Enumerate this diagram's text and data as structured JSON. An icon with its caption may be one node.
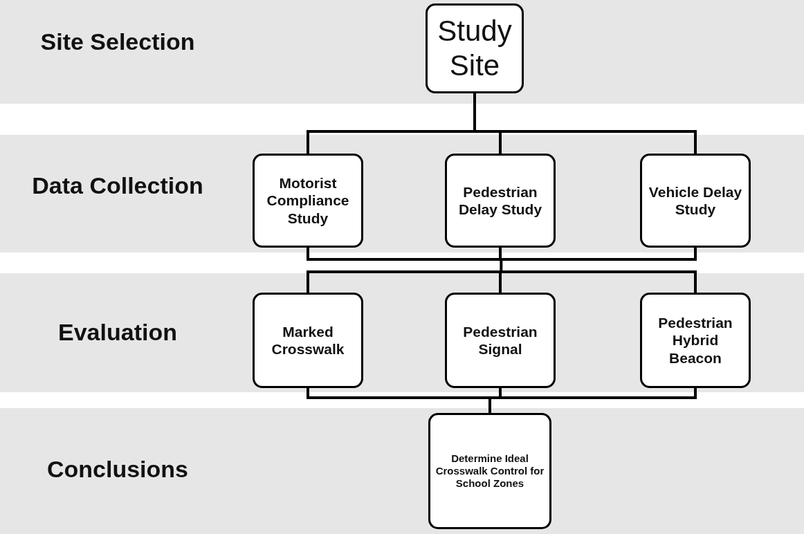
{
  "diagram": {
    "nodes": [
      {
        "text": [
          "Study Site"
        ]
      },
      {
        "text": [
          "Motorist Compliance Study"
        ]
      },
      {
        "text": [
          "Pedestrian Delay Study"
        ]
      },
      {
        "text": [
          "Vehicle Delay Study"
        ]
      },
      {
        "text": [
          "Marked Crosswalk"
        ]
      },
      {
        "text": [
          "Pedestrian Signal"
        ]
      },
      {
        "text": [
          "Pedestrian Hybrid Beacon"
        ]
      },
      {
        "text": [
          "Determine Ideal Crosswalk Control for School Zones"
        ]
      }
    ],
    "edges": [
      {
        "from": 0,
        "to": 1,
        "arrow": "none"
      },
      {
        "from": 0,
        "to": 2,
        "arrow": "none"
      },
      {
        "from": 0,
        "to": 3,
        "arrow": "none"
      },
      {
        "from": 1,
        "to": 4,
        "arrow": "none"
      },
      {
        "from": 1,
        "to": 5,
        "arrow": "none"
      },
      {
        "from": 1,
        "to": 6,
        "arrow": "none"
      },
      {
        "from": 2,
        "to": 4,
        "arrow": "none"
      },
      {
        "from": 2,
        "to": 5,
        "arrow": "none"
      },
      {
        "from": 2,
        "to": 6,
        "arrow": "none"
      },
      {
        "from": 3,
        "to": 4,
        "arrow": "none"
      },
      {
        "from": 3,
        "to": 5,
        "arrow": "none"
      },
      {
        "from": 3,
        "to": 6,
        "arrow": "none"
      },
      {
        "from": 4,
        "to": 7,
        "arrow": "none"
      },
      {
        "from": 5,
        "to": 7,
        "arrow": "none"
      },
      {
        "from": 6,
        "to": 7,
        "arrow": "none"
      }
    ],
    "labels": [
      "Site Selection",
      "Data Collection",
      "Evaluation",
      "Conclusions"
    ]
  }
}
